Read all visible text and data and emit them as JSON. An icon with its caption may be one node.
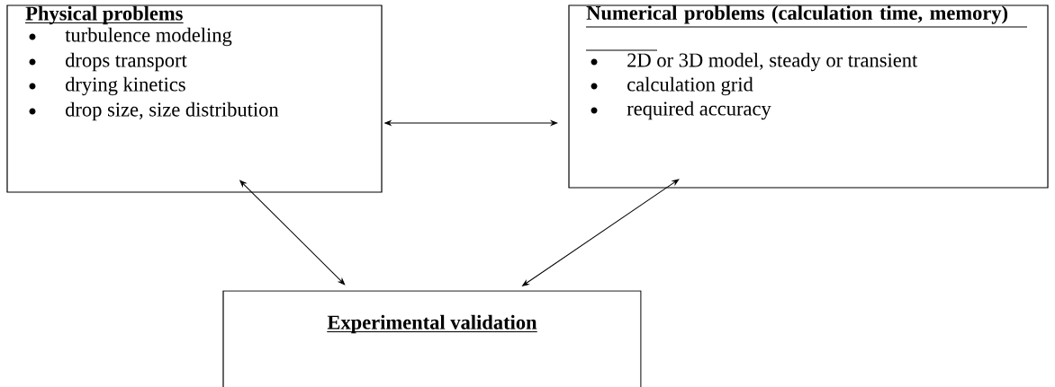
{
  "diagram": {
    "nodes": [
      {
        "text": [
          "Physical problems",
          "turbulence modeling",
          "drops transport",
          "drying kinetics",
          "drop size, size distribution"
        ]
      },
      {
        "text": [
          "Numerical problems (calculation time, memory)",
          "2D or 3D model, steady or transient",
          "calculation grid",
          "required accuracy"
        ]
      },
      {
        "text": [
          "Experimental validation"
        ]
      }
    ],
    "edges": [
      {
        "from": 0,
        "to": 1,
        "arrow": "both"
      },
      {
        "from": 0,
        "to": 2,
        "arrow": "both"
      },
      {
        "from": 1,
        "to": 2,
        "arrow": "both"
      }
    ]
  }
}
